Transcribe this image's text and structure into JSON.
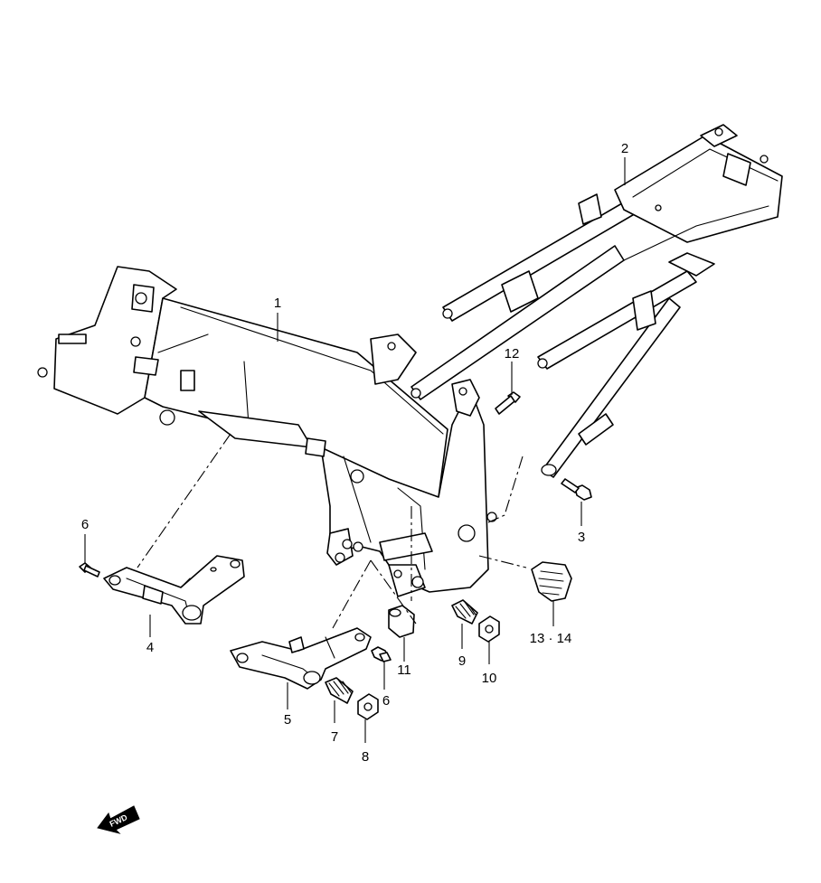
{
  "callouts": {
    "c1": "1",
    "c2": "2",
    "c3": "3",
    "c4": "4",
    "c5": "5",
    "c6a": "6",
    "c6b": "6",
    "c7": "7",
    "c8": "8",
    "c9": "9",
    "c10": "10",
    "c11": "11",
    "c12": "12",
    "c13_14": "13 · 14"
  },
  "fwd_label": "FWD"
}
